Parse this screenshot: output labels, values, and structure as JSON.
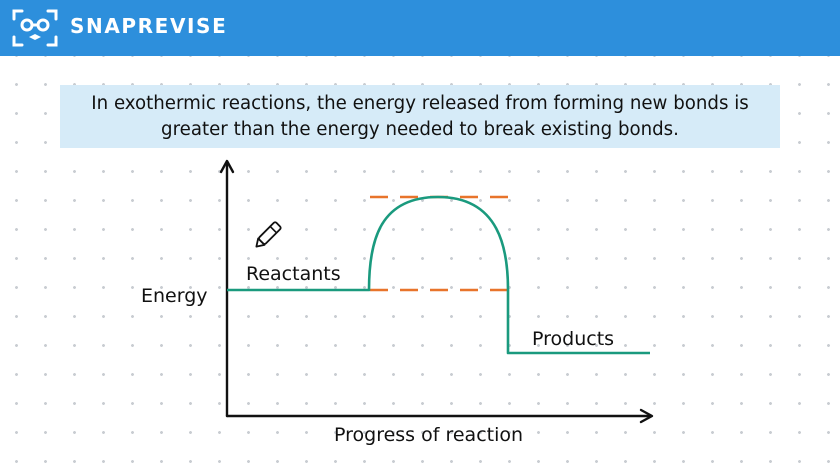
{
  "header": {
    "brand": "SNAPREVISE",
    "logo_icon": "glasses-face-logo-icon",
    "background_color": "#2d8fdc"
  },
  "statement": {
    "text": "In exothermic reactions, the energy released from forming new bonds is greater than the energy needed to break existing bonds.",
    "background_color": "#d6ebf8"
  },
  "diagram": {
    "type": "energy-profile",
    "y_axis_label": "Energy",
    "x_axis_label": "Progress of reaction",
    "reactants_label": "Reactants",
    "products_label": "Products",
    "profile_color": "#1a9a7e",
    "marker_color": "#e8742b",
    "axis_color": "#111111",
    "pen_icon": "pen-icon"
  }
}
